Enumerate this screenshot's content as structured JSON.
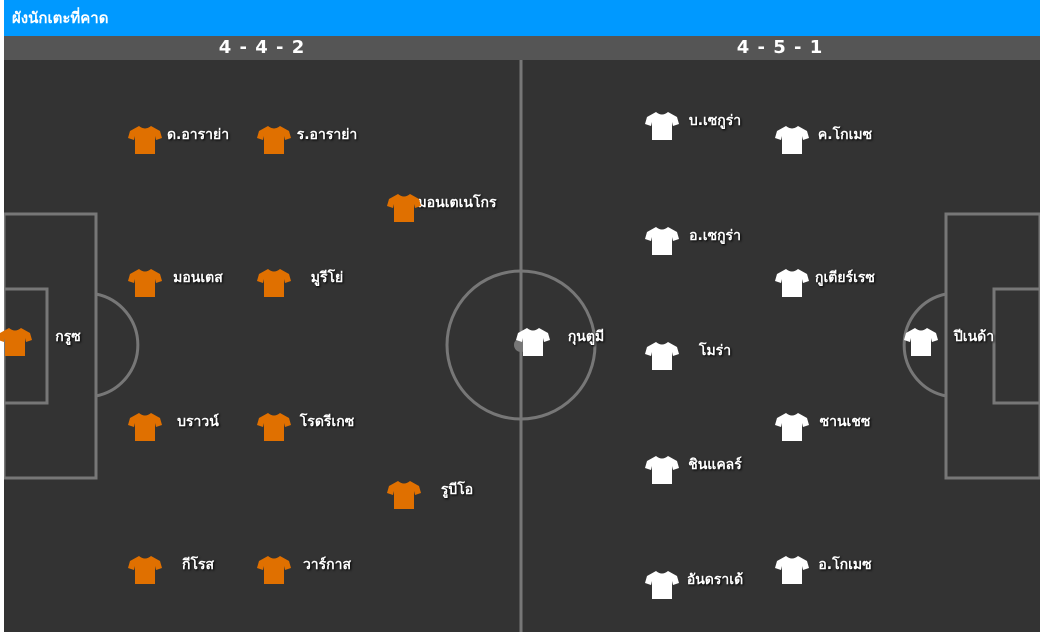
{
  "header": {
    "title": "ผังนักเตะที่คาด"
  },
  "formations": {
    "home": "4 - 4 - 2",
    "away": "4 - 5 - 1"
  },
  "colors": {
    "title_bar": "#0099ff",
    "formation_bar": "#555555",
    "pitch": "#333333",
    "pitch_lines": "#777777",
    "home_shirt": "#e07000",
    "away_shirt": "#ffffff"
  },
  "home": {
    "players": [
      {
        "name": "กรูซ"
      },
      {
        "name": "ด.อาราย่า"
      },
      {
        "name": "มอนเตส"
      },
      {
        "name": "บราวน์"
      },
      {
        "name": "กีโรส"
      },
      {
        "name": "ร.อาราย่า"
      },
      {
        "name": "มูรีโย่"
      },
      {
        "name": "โรดรีเกซ"
      },
      {
        "name": "วาร์กาส"
      },
      {
        "name": "มอนเตเนโกร"
      },
      {
        "name": "รูบีโอ"
      }
    ]
  },
  "away": {
    "players": [
      {
        "name": "ปีเนด้า"
      },
      {
        "name": "ค.โกเมซ"
      },
      {
        "name": "กูเตียร์เรซ"
      },
      {
        "name": "ซานเชซ"
      },
      {
        "name": "อ.โกเมซ"
      },
      {
        "name": "บ.เซกูร่า"
      },
      {
        "name": "อ.เซกูร่า"
      },
      {
        "name": "โมร่า"
      },
      {
        "name": "ชินแคลร์"
      },
      {
        "name": "อันดราเด้"
      },
      {
        "name": "กุนตูมี"
      }
    ]
  }
}
